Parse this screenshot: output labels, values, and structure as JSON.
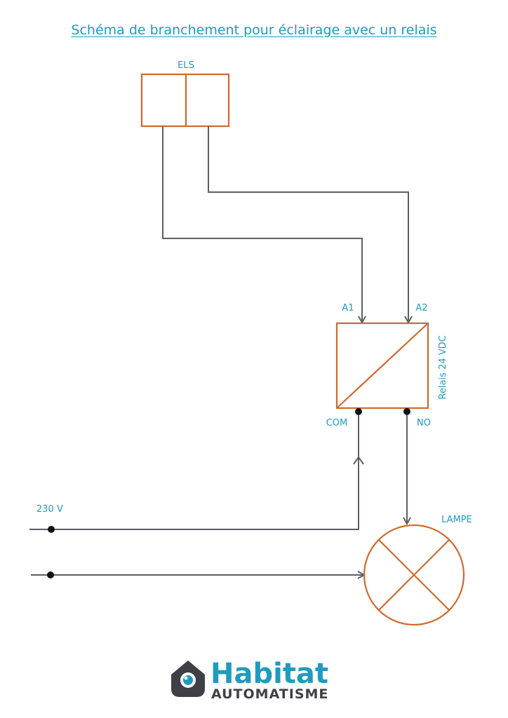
{
  "title": "Schéma de branchement pour éclairage avec un relais",
  "labels": {
    "els": "ELS",
    "a1": "A1",
    "a2": "A2",
    "relay": "Relais 24 VDC",
    "com": "COM",
    "no": "NO",
    "voltage": "230 V",
    "lamp": "LAMPE"
  },
  "brand": {
    "name": "Habitat",
    "tagline": "AUTOMATISME"
  },
  "colors": {
    "accent": "#1f9bbd",
    "component": "#d0692d",
    "wire": "#5b5f66"
  }
}
